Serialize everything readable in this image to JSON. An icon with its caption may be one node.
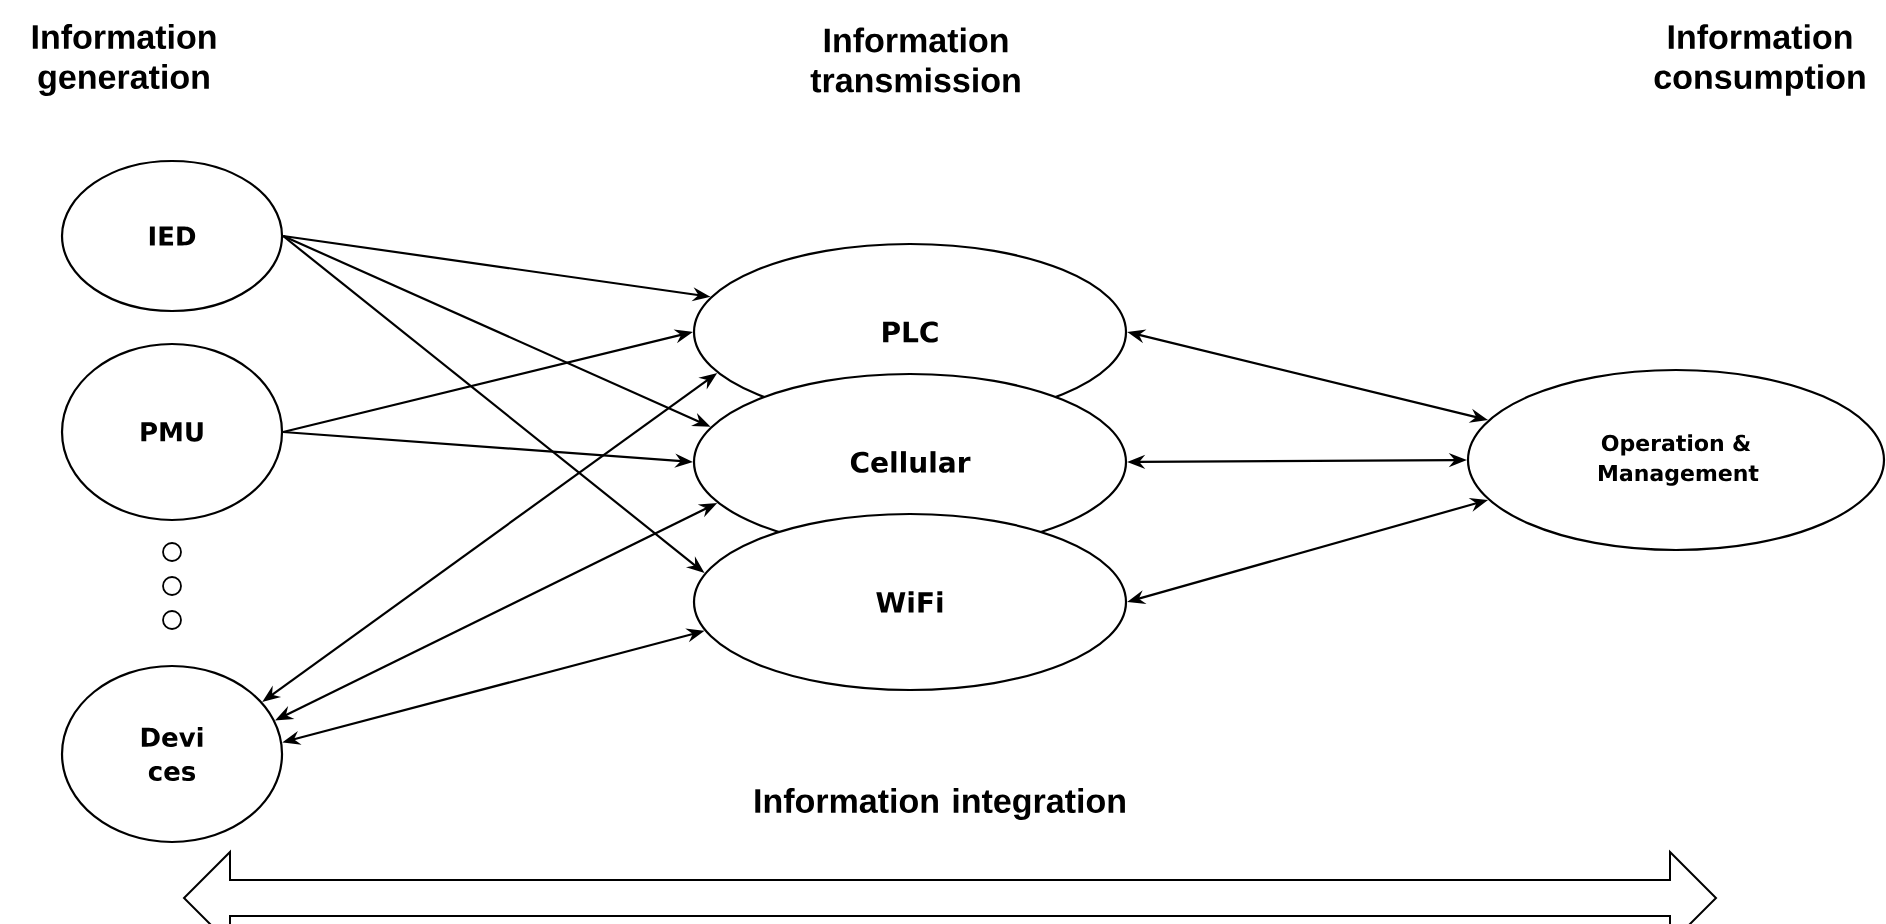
{
  "diagram": {
    "nodes": [
      {
        "text": [
          "IED"
        ]
      },
      {
        "text": [
          "PMU"
        ]
      },
      {
        "text": [
          "Devi ces"
        ]
      },
      {
        "text": [
          "PLC"
        ]
      },
      {
        "text": [
          "Cellular"
        ]
      },
      {
        "text": [
          "WiFi"
        ]
      },
      {
        "text": [
          "Operation & Management"
        ]
      }
    ],
    "edges": [
      {
        "from": 0,
        "to": 3,
        "arrow": "to"
      },
      {
        "from": 0,
        "to": 4,
        "arrow": "to"
      },
      {
        "from": 0,
        "to": 5,
        "arrow": "to"
      },
      {
        "from": 1,
        "to": 3,
        "arrow": "to"
      },
      {
        "from": 1,
        "to": 4,
        "arrow": "to"
      },
      {
        "from": 2,
        "to": 3,
        "arrow": "both"
      },
      {
        "from": 2,
        "to": 4,
        "arrow": "both"
      },
      {
        "from": 2,
        "to": 5,
        "arrow": "both"
      },
      {
        "from": 6,
        "to": 3,
        "arrow": "both"
      },
      {
        "from": 6,
        "to": 4,
        "arrow": "both"
      },
      {
        "from": 6,
        "to": 5,
        "arrow": "both"
      }
    ],
    "labels": [
      "Information generation",
      "Information transmission",
      "Information consumption",
      "Information integration"
    ]
  }
}
